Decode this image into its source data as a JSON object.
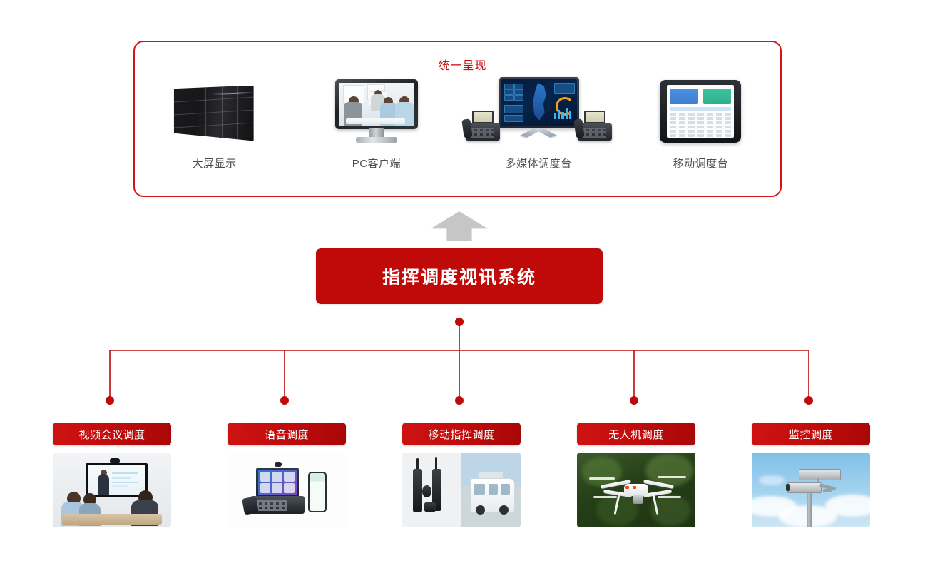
{
  "top_panel": {
    "title": "统一呈现",
    "items": [
      {
        "label": "大屏显示",
        "icon": "video-wall-icon"
      },
      {
        "label": "PC客户端",
        "icon": "desktop-monitor-icon"
      },
      {
        "label": "多媒体调度台",
        "icon": "multimedia-console-icon"
      },
      {
        "label": "移动调度台",
        "icon": "tablet-icon"
      }
    ]
  },
  "flow": {
    "arrow_icon": "up-arrow-icon",
    "core_label": "指挥调度视讯系统"
  },
  "branches": [
    {
      "label": "视频会议调度",
      "image": "video-conference-room-photo"
    },
    {
      "label": "语音调度",
      "image": "ip-phone-and-mobile-photo"
    },
    {
      "label": "移动指挥调度",
      "image": "walkie-talkie-and-command-van-photo"
    },
    {
      "label": "无人机调度",
      "image": "drone-flying-photo"
    },
    {
      "label": "监控调度",
      "image": "cctv-camera-sky-photo"
    }
  ],
  "colors": {
    "brand_red": "#c00a0a",
    "panel_border_red": "#cf1717",
    "title_red": "#c90c0c",
    "arrow_gray": "#c6c6c6",
    "label_gray": "#4d4d4d"
  }
}
